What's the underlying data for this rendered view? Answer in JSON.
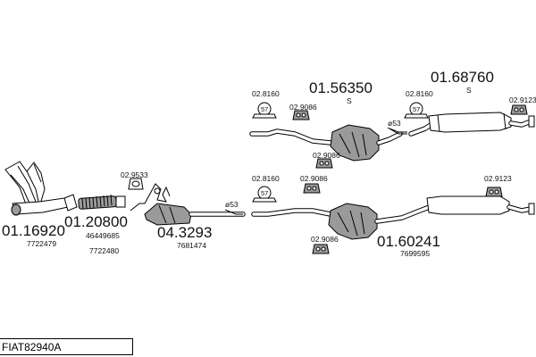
{
  "diagram_code": "FIAT82940A",
  "parts": {
    "manifold": {
      "number": "01.16920",
      "sub": "7722479"
    },
    "flex_pipe": {
      "number": "01.20800",
      "sub1": "46449685",
      "sub2": "7722480"
    },
    "catalyst": {
      "number": "04.3293",
      "sub": "7681474"
    },
    "middle_silencer": {
      "number": "01.56350",
      "suffix": "S"
    },
    "rear_silencer": {
      "number": "01.68760",
      "suffix": "S"
    },
    "lower_silencer": {
      "number": "01.60241",
      "sub": "7699595"
    }
  },
  "accessories": {
    "a_top_left_clamp": "02.8160",
    "a_top_mid_clamp": "02.9086",
    "a_top_right_clamp": "02.8160",
    "a_top_far_right": "02.9123",
    "a_gasket": "02.9533",
    "a_mid_left_clamp": "02.8160",
    "a_mid_rubber": "02.9086",
    "a_mid_under": "02.9086",
    "a_low_under": "02.9086",
    "a_low_right": "02.9123"
  },
  "diameters": {
    "top_joint": "ø53",
    "low_joint": "ø53"
  },
  "clamp_icon_text": "57"
}
